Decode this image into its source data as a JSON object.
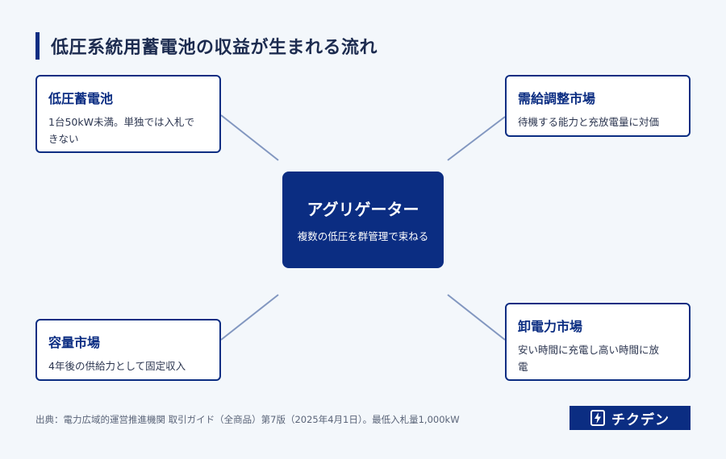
{
  "title": "低圧系統用蓄電池の収益が生まれる流れ",
  "center": {
    "title": "アグリゲーター",
    "description": "複数の低圧を群管理で束ねる"
  },
  "nodes": {
    "battery": {
      "title": "低圧蓄電池",
      "description_line1": "1台50kW未満。単独では入札で",
      "description_line2": "きない"
    },
    "balancing_market": {
      "title": "需給調整市場",
      "description_line1": "待機する能力と充放電量に対価"
    },
    "capacity_market": {
      "title": "容量市場",
      "description_line1": "4年後の供給力として固定収入"
    },
    "wholesale_market": {
      "title": "卸電力市場",
      "description_line1": "安い時間に充電し高い時間に放",
      "description_line2": "電"
    }
  },
  "source": "出典：電力広域的運営推進機関 取引ガイド（全商品）第7版（2025年4月1日）。最低入札量1,000kW",
  "logo": {
    "text": "チクデン",
    "icon": "lightning-bolt-icon"
  },
  "colors": {
    "primary": "#0b2d82",
    "connector": "#8297c0",
    "background": "#f3f7fb"
  }
}
